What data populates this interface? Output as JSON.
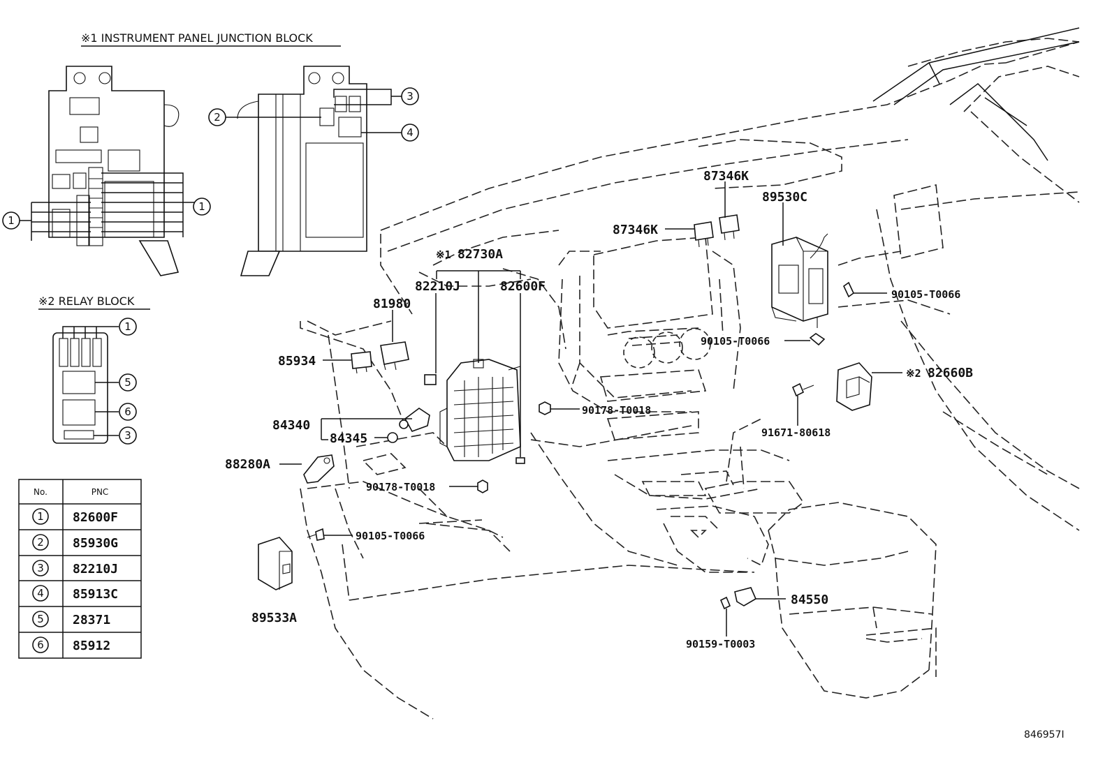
{
  "junction_block": {
    "title": "※1 INSTRUMENT PANEL JUNCTION BLOCK"
  },
  "relay_block": {
    "title": "※2 RELAY BLOCK"
  },
  "callouts": {
    "c1": "1",
    "c2": "2",
    "c3": "3",
    "c4": "4",
    "c5": "5",
    "c6": "6"
  },
  "table": {
    "headers": [
      "No.",
      "PNC"
    ],
    "rows": [
      {
        "no": "1",
        "pnc": "82600F"
      },
      {
        "no": "2",
        "pnc": "85930G"
      },
      {
        "no": "3",
        "pnc": "82210J"
      },
      {
        "no": "4",
        "pnc": "85913C"
      },
      {
        "no": "5",
        "pnc": "28371"
      },
      {
        "no": "6",
        "pnc": "85912"
      }
    ]
  },
  "parts": {
    "p82730a_mark": "※1",
    "p82730a": "82730A",
    "p82210j": "82210J",
    "p82600f": "82600F",
    "p81980": "81980",
    "p85934": "85934",
    "p84340": "84340",
    "p84345": "84345",
    "p88280a": "88280A",
    "p90178_a": "90178-T0018",
    "p90178_b": "90178-T0018",
    "p90105_a": "90105-T0066",
    "p90105_b": "90105-T0066",
    "p90105_c": "90105-T0066",
    "p89533a": "89533A",
    "p87346k_a": "87346K",
    "p87346k_b": "87346K",
    "p89530c": "89530C",
    "p82660b_mark": "※2",
    "p82660b": "82660B",
    "p91671": "91671-80618",
    "p84550": "84550",
    "p90159": "90159-T0003"
  },
  "figure_id": "846957I"
}
